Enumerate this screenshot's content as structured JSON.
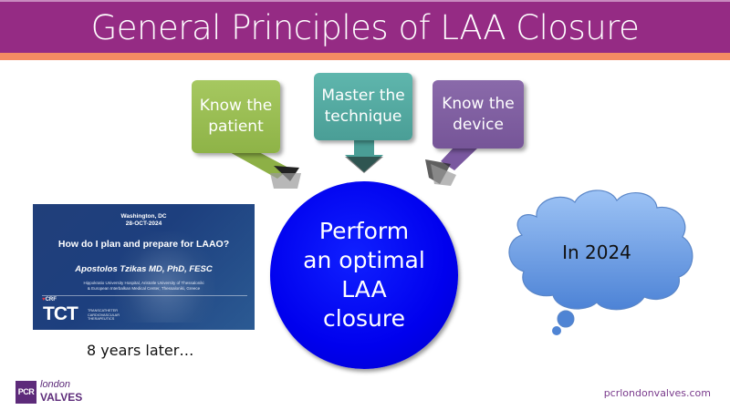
{
  "slide": {
    "title": "General Principles of LAA Closure",
    "colors": {
      "title_bar": "#952b84",
      "title_stripe": "#f58b63",
      "center_circle": "#0000ee",
      "box_green": "#96b950",
      "box_teal": "#52a89f",
      "box_purple": "#7d5c9e",
      "cloud": "#6d9be0"
    }
  },
  "boxes": [
    {
      "line1": "Know the",
      "line2": "patient"
    },
    {
      "line1": "Master the",
      "line2": "technique"
    },
    {
      "line1": "Know the",
      "line2": "device"
    }
  ],
  "center": {
    "lines": [
      "Perform",
      "an optimal",
      "LAA",
      "closure"
    ]
  },
  "thumbnail": {
    "location": "Washington, DC",
    "date": "28-OCT-2024",
    "question": "How do I plan and prepare for LAAO?",
    "author": "Apostolos Tzikas MD, PhD, FESC",
    "affiliation_line1": "Hippokratio University Hospital, Aristotle University of Thessaloniki",
    "affiliation_line2": "& European Interbalkan Medical Center, Thessaloniki, Greece",
    "crf_label": "CRF",
    "tct_label": "TCT",
    "tct_sub": [
      "TRANSCATHETER",
      "CARDIOVASCULAR",
      "THERAPEUTICS"
    ]
  },
  "caption": "8 years later…",
  "cloud": {
    "text": "In 2024"
  },
  "footer": {
    "logo_pcr": "PCR",
    "logo_london": "london",
    "logo_valves": "VALVES",
    "website": "pcrlondonvalves.com"
  }
}
